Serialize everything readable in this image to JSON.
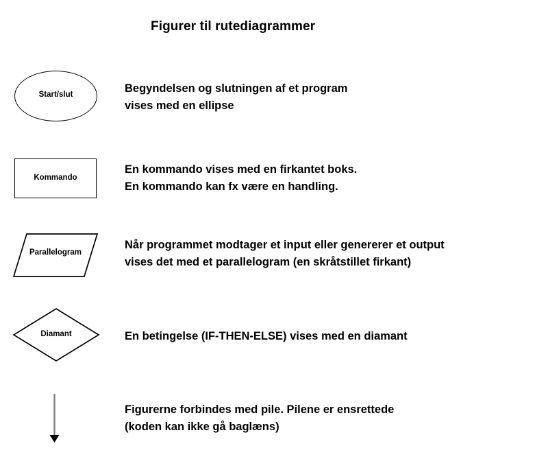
{
  "document": {
    "title": "Figurer til rutediagrammer",
    "language": "da"
  },
  "colors": {
    "background": "#ffffff",
    "ink": "#000000",
    "arrow_shaft": "#808080",
    "arrow_head": "#000000"
  },
  "rows": [
    {
      "shape": "ellipse",
      "shape_label": "Start/slut",
      "description_line1": "Begyndelsen og slutningen af et program",
      "description_line2": "vises med en ellipse"
    },
    {
      "shape": "rectangle",
      "shape_label": "Kommando",
      "description_line1": "En kommando vises med en firkantet boks.",
      "description_line2": "En kommando kan fx være en handling."
    },
    {
      "shape": "parallelogram",
      "shape_label": "Parallelogram",
      "description_line1": "Når programmet modtager et input eller genererer et output",
      "description_line2": "vises det med et parallelogram (en skråtstillet firkant)"
    },
    {
      "shape": "diamond",
      "shape_label": "Diamant",
      "description_line1": "En betingelse (IF-THEN-ELSE) vises med en diamant",
      "description_line2": ""
    },
    {
      "shape": "arrow",
      "shape_label": "",
      "description_line1": "Figurerne forbindes med pile. Pilene er ensrettede",
      "description_line2": "(koden kan ikke gå baglæns)"
    }
  ]
}
